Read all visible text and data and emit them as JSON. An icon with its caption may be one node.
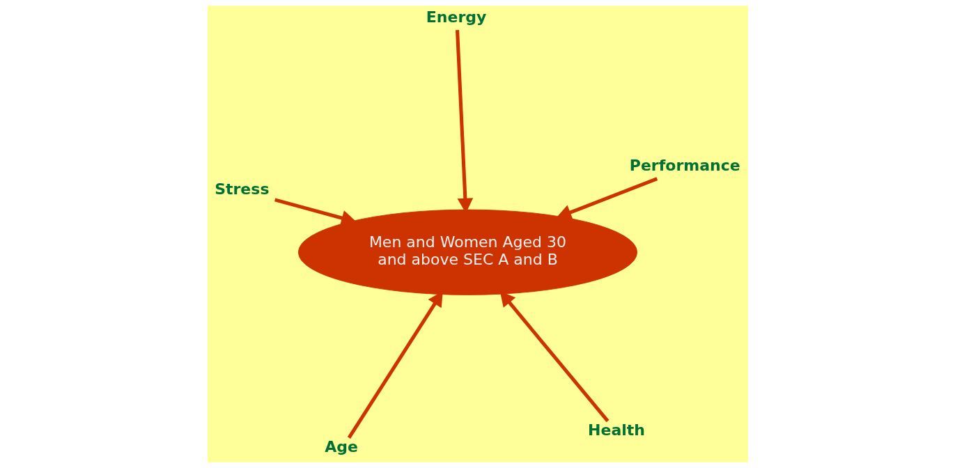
{
  "diagram": {
    "nodes": [
      {
        "text": [
          "Men and Women Aged 30 and above SEC A and B"
        ]
      },
      {
        "text": [
          "Health"
        ]
      },
      {
        "text": [
          "Age"
        ]
      },
      {
        "text": [
          "Stress"
        ]
      },
      {
        "text": [
          "Performance"
        ]
      },
      {
        "text": [
          "Energy"
        ]
      }
    ],
    "edges": [
      {
        "from": 1,
        "to": 0,
        "arrow": "to"
      },
      {
        "from": 2,
        "to": 0,
        "arrow": "to"
      },
      {
        "from": 3,
        "to": 0,
        "arrow": "to"
      },
      {
        "from": 4,
        "to": 0,
        "arrow": "to"
      },
      {
        "from": 5,
        "to": 0,
        "arrow": "to"
      }
    ]
  }
}
